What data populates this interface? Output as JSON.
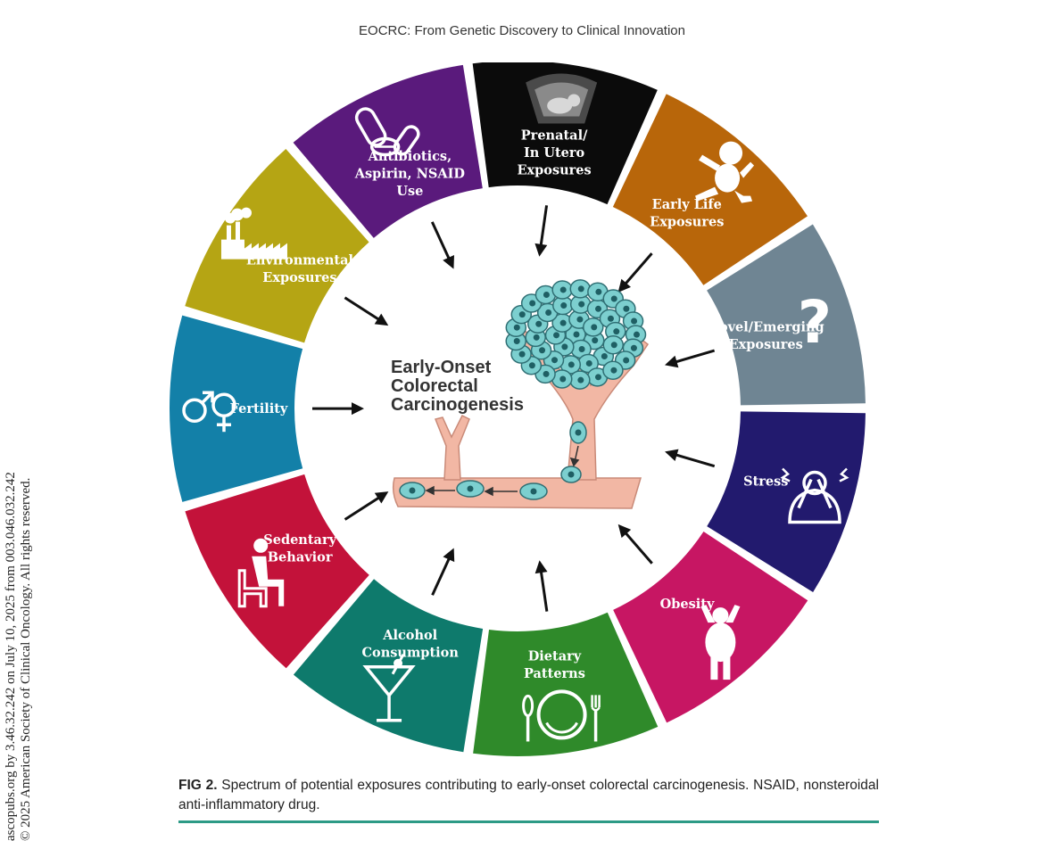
{
  "header": {
    "title": "EOCRC: From Genetic Discovery to Clinical Innovation"
  },
  "side_note": {
    "line1": "ascopubs.org by 3.46.32.242 on July 10, 2025 from 003.046.032.242",
    "line2": "© 2025 American Society of Clinical Oncology. All rights reserved."
  },
  "diagram": {
    "center": {
      "line1": "Early-Onset",
      "line2": "Colorectal",
      "line3": "Carcinogenesis"
    },
    "segments": [
      {
        "id": "fertility",
        "lines": [
          "Fertility"
        ],
        "color": "#1380a8",
        "icon": "gender-symbols-icon"
      },
      {
        "id": "environmental",
        "lines": [
          "Environmental",
          "Exposures"
        ],
        "color": "#b5a514",
        "icon": "factory-icon"
      },
      {
        "id": "antibiotics",
        "lines": [
          "Antibiotics,",
          "Aspirin, NSAID",
          "Use"
        ],
        "color": "#5a1a7c",
        "icon": "pills-icon"
      },
      {
        "id": "prenatal",
        "lines": [
          "Prenatal/",
          "In Utero",
          "Exposures"
        ],
        "color": "#0b0b0b",
        "icon": "ultrasound-icon"
      },
      {
        "id": "early-life",
        "lines": [
          "Early Life",
          "Exposures"
        ],
        "color": "#b8660a",
        "icon": "baby-icon"
      },
      {
        "id": "novel",
        "lines": [
          "Novel/Emerging",
          "Exposures"
        ],
        "color": "#6f8593",
        "icon": "question-mark-icon"
      },
      {
        "id": "stress",
        "lines": [
          "Stress"
        ],
        "color": "#221a6e",
        "icon": "stressed-person-icon"
      },
      {
        "id": "obesity",
        "lines": [
          "Obesity"
        ],
        "color": "#c71663",
        "icon": "obese-person-icon"
      },
      {
        "id": "dietary",
        "lines": [
          "Dietary",
          "Patterns"
        ],
        "color": "#2f8a2a",
        "icon": "plate-cutlery-icon"
      },
      {
        "id": "alcohol",
        "lines": [
          "Alcohol",
          "Consumption"
        ],
        "color": "#0e7a6c",
        "icon": "cocktail-glass-icon"
      },
      {
        "id": "sedentary",
        "lines": [
          "Sedentary",
          "Behavior"
        ],
        "color": "#c3123a",
        "icon": "seated-person-icon"
      }
    ]
  },
  "caption": {
    "label": "FIG 2.",
    "text": " Spectrum of potential exposures contributing to early-onset colorectal carcinogenesis. NSAID, nonsteroidal anti-inflammatory drug."
  },
  "colors": {
    "caption_rule": "#2c9a86",
    "tissue": "#f2b7a4",
    "cell": "#7ccfcf"
  }
}
